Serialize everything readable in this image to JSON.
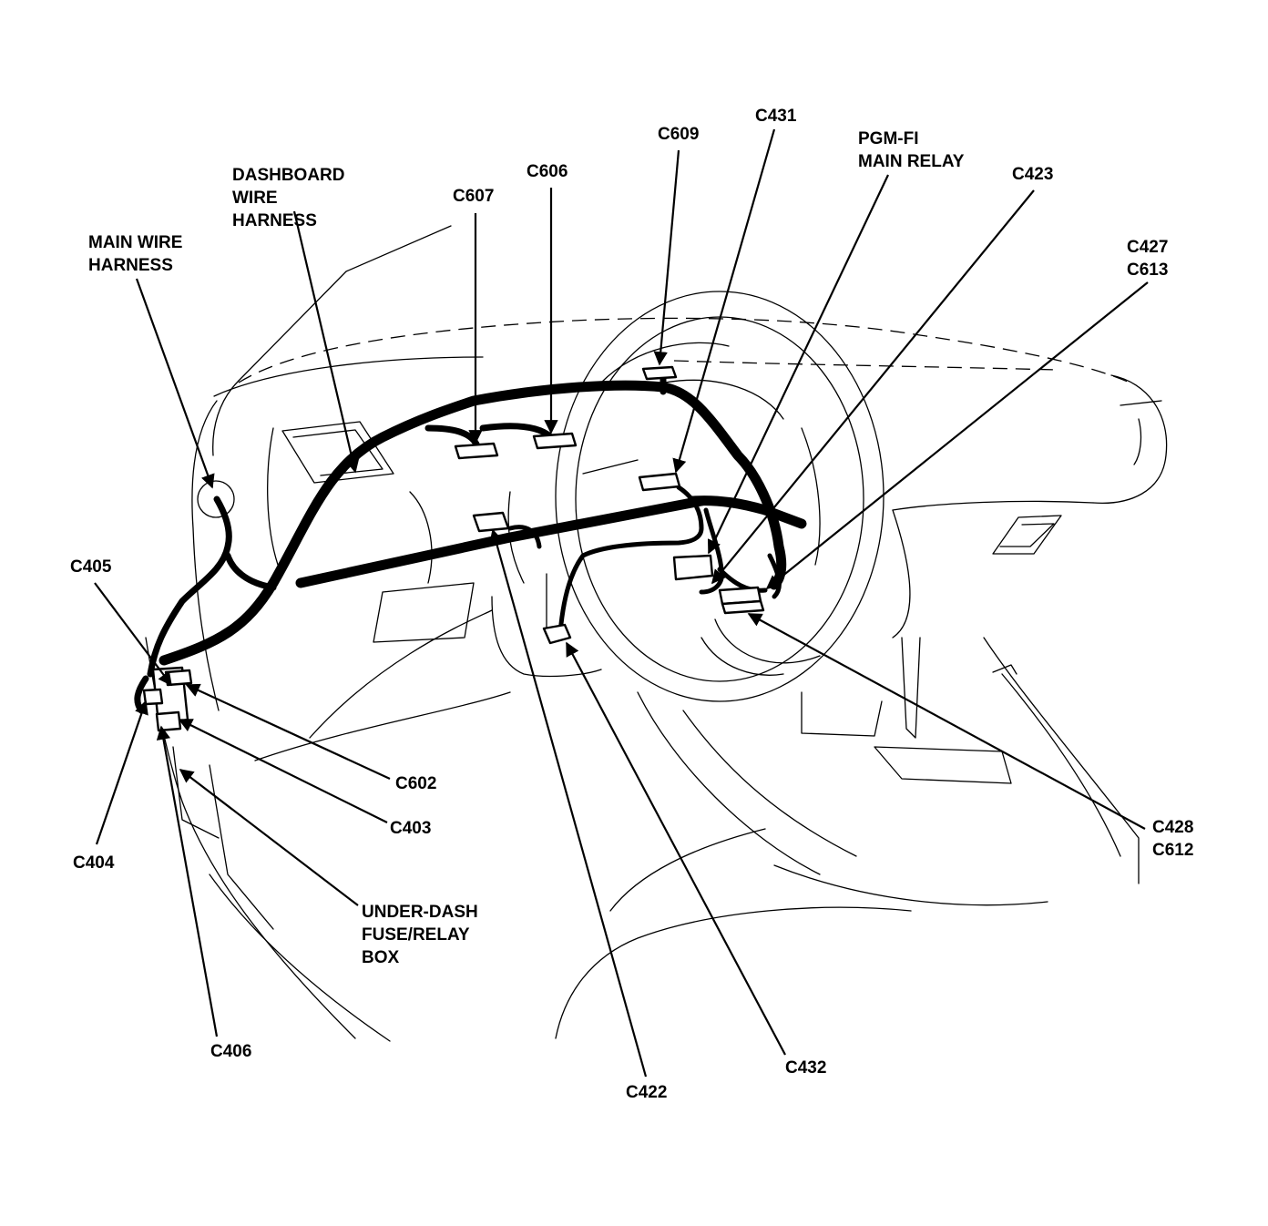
{
  "labels": {
    "main_wire_harness": [
      "MAIN WIRE",
      "HARNESS"
    ],
    "dashboard_wire_harness": [
      "DASHBOARD",
      "WIRE",
      "HARNESS"
    ],
    "c607": "C607",
    "c606": "C606",
    "c609": "C609",
    "c431": "C431",
    "pgm_fi_main_relay": [
      "PGM-FI",
      "MAIN RELAY"
    ],
    "c423": "C423",
    "c427_c613": [
      "C427",
      "C613"
    ],
    "c405": "C405",
    "c602": "C602",
    "c403": "C403",
    "c404": "C404",
    "under_dash_fuse_relay_box": [
      "UNDER-DASH",
      "FUSE/RELAY",
      "BOX"
    ],
    "c406": "C406",
    "c422": "C422",
    "c432": "C432",
    "c428_c612": [
      "C428",
      "C612"
    ]
  }
}
